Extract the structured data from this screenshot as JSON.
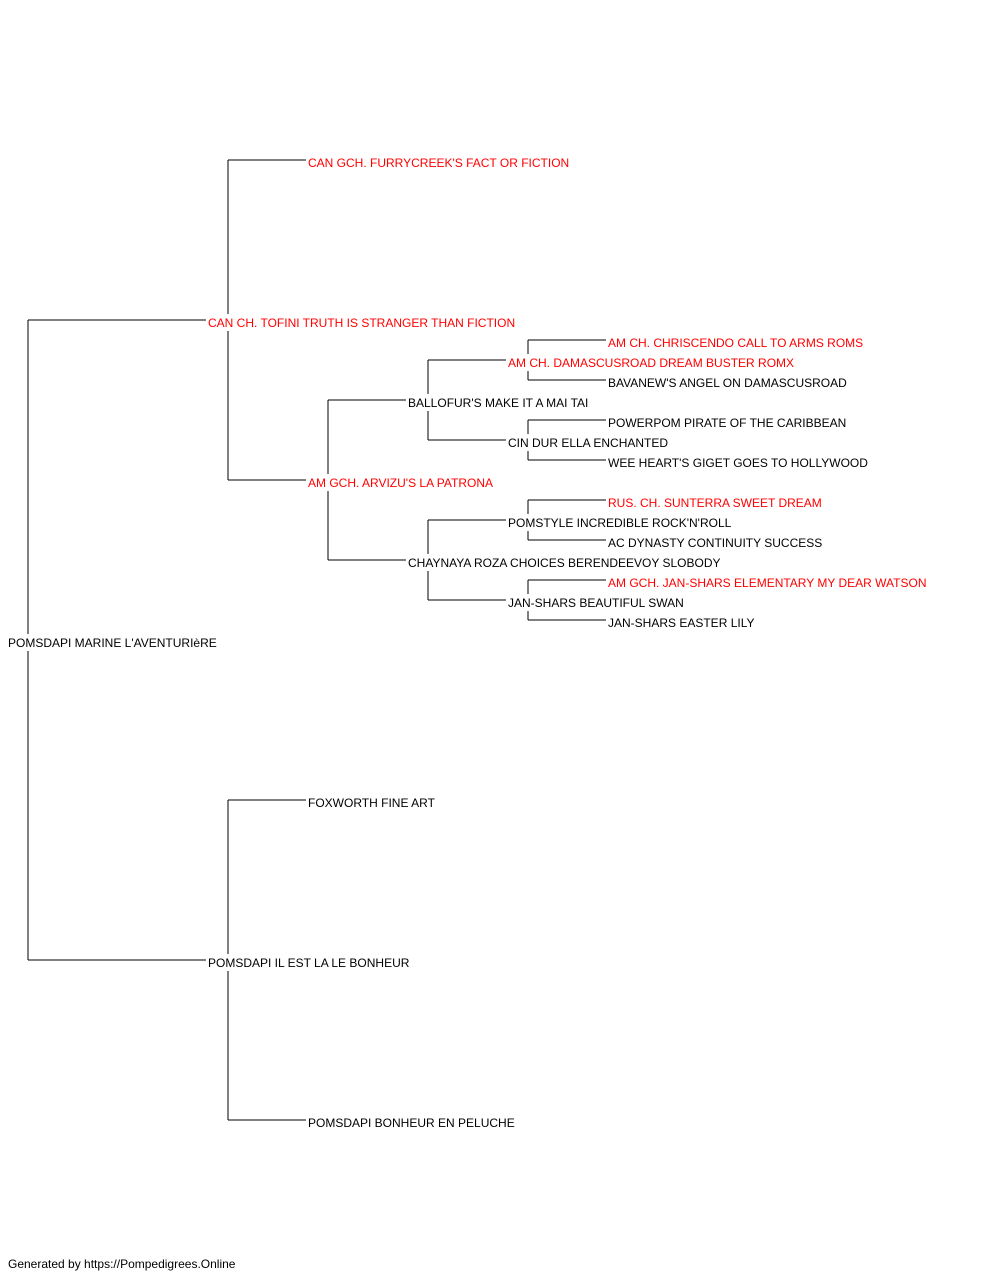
{
  "colors": {
    "champion": "#ff0000",
    "normal": "#000000",
    "line": "#000000"
  },
  "pedigree": {
    "name": "POMSDAPI MARINE L'AVENTURIèRE",
    "champion": false,
    "sire": {
      "name": "CAN CH. TOFINI TRUTH IS STRANGER THAN FICTION",
      "champion": true,
      "sire": {
        "name": "CAN GCH. FURRYCREEK'S FACT OR FICTION",
        "champion": true
      },
      "dam": {
        "name": "AM GCH. ARVIZU'S LA PATRONA",
        "champion": true,
        "sire": {
          "name": "BALLOFUR'S MAKE IT A MAI TAI",
          "champion": false,
          "sire": {
            "name": "AM CH. DAMASCUSROAD DREAM BUSTER ROMX",
            "champion": true,
            "sire": {
              "name": "AM CH. CHRISCENDO CALL TO ARMS ROMS",
              "champion": true
            },
            "dam": {
              "name": "BAVANEW'S ANGEL ON DAMASCUSROAD",
              "champion": false
            }
          },
          "dam": {
            "name": "CIN DUR ELLA ENCHANTED",
            "champion": false,
            "sire": {
              "name": "POWERPOM PIRATE OF THE CARIBBEAN",
              "champion": false
            },
            "dam": {
              "name": "WEE HEART'S GIGET GOES TO HOLLYWOOD",
              "champion": false
            }
          }
        },
        "dam": {
          "name": "CHAYNAYA ROZA CHOICES BERENDEEVOY SLOBODY",
          "champion": false,
          "sire": {
            "name": "POMSTYLE INCREDIBLE ROCK'N'ROLL",
            "champion": false,
            "sire": {
              "name": "RUS. CH. SUNTERRA SWEET DREAM",
              "champion": true
            },
            "dam": {
              "name": "AC DYNASTY CONTINUITY SUCCESS",
              "champion": false
            }
          },
          "dam": {
            "name": "JAN-SHARS BEAUTIFUL SWAN",
            "champion": false,
            "sire": {
              "name": "AM GCH. JAN-SHARS ELEMENTARY MY DEAR WATSON",
              "champion": true
            },
            "dam": {
              "name": "JAN-SHARS EASTER LILY",
              "champion": false
            }
          }
        }
      }
    },
    "dam": {
      "name": "POMSDAPI IL EST LA LE BONHEUR",
      "champion": false,
      "sire": {
        "name": "FOXWORTH FINE ART",
        "champion": false
      },
      "dam": {
        "name": "POMSDAPI BONHEUR EN PELUCHE",
        "champion": false
      }
    }
  },
  "footer": "Generated by https://Pompedigrees.Online"
}
